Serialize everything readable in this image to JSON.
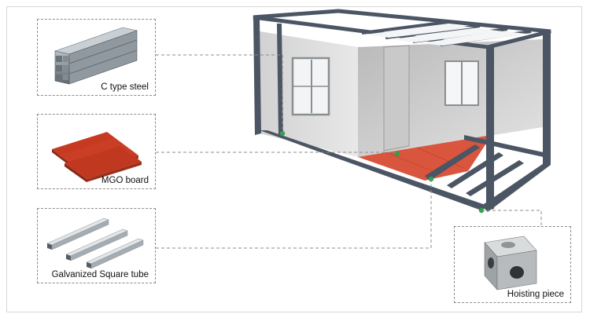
{
  "callouts": [
    {
      "id": "c-steel",
      "label": "C type steel"
    },
    {
      "id": "mgo",
      "label": "MGO board"
    },
    {
      "id": "tube",
      "label": "Galvanized Square tube"
    },
    {
      "id": "hoist",
      "label": "Hoisting piece"
    }
  ],
  "colors": {
    "frame_steel": "#4b5563",
    "wall": "#dcdcdc",
    "floor": "#d9553e",
    "mgo_board": "#c93a23",
    "connector_dot": "#2aa24a",
    "dashed_line": "#8c8c8c"
  }
}
